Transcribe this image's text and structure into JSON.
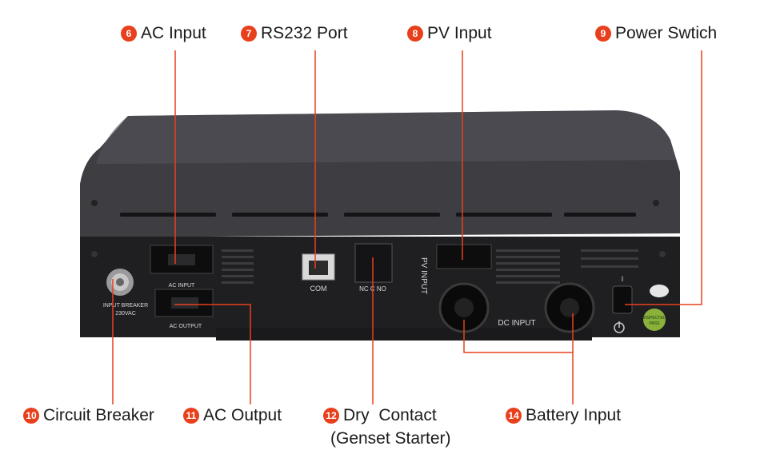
{
  "callouts": {
    "ac_input": {
      "num": "6",
      "label": "AC Input"
    },
    "rs232": {
      "num": "7",
      "label": "RS232 Port"
    },
    "pv_input": {
      "num": "8",
      "label": "PV Input"
    },
    "power_switch": {
      "num": "9",
      "label": "Power Swtich"
    },
    "breaker": {
      "num": "10",
      "label": "Circuit Breaker"
    },
    "ac_output": {
      "num": "11",
      "label": "AC Output"
    },
    "dry_contact": {
      "num": "12",
      "label": "Dry  Contact",
      "sublabel": "(Genset Starter)"
    },
    "battery_input": {
      "num": "14",
      "label": "Battery Input"
    }
  },
  "panel_text": {
    "ac_input": "AC INPUT",
    "input_breaker": "INPUT BREAKER",
    "breaker_rating": "230VAC",
    "ac_output": "AC OUTPUT",
    "com": "COM",
    "dry_contact": "NC C NO",
    "pv_input": "PV INPUT",
    "dc_input": "DC INPUT",
    "switch_on": "I",
    "switch_off": "O",
    "inspected": "INSPECTED",
    "passed": "PASS"
  },
  "colors": {
    "accent": "#e8401c",
    "leader": "#e8401c",
    "device_body": "#3a3a3e",
    "device_panel": "#1e1e20"
  }
}
